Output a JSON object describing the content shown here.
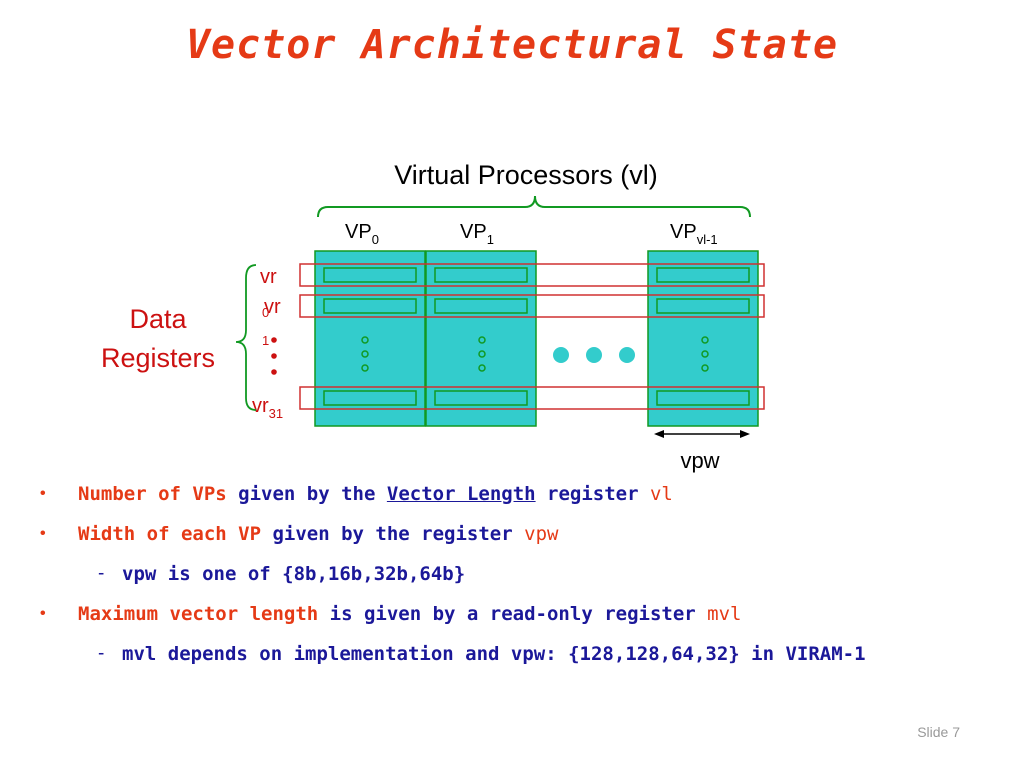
{
  "title": "Vector Architectural State",
  "diagram": {
    "header": "Virtual Processors (vl)",
    "vp_labels": [
      {
        "base": "VP",
        "sub": "0"
      },
      {
        "base": "VP",
        "sub": "1"
      },
      {
        "base": "VP",
        "sub": "vl-1"
      }
    ],
    "row_labels": [
      {
        "base": "vr",
        "sub": "0"
      },
      {
        "base": "vr",
        "sub": "1"
      },
      {
        "base": "vr",
        "sub": "31"
      }
    ],
    "side_label_line1": "Data",
    "side_label_line2": "Registers",
    "width_label": "vpw",
    "colors": {
      "vp_fill": "#33cccc",
      "vp_border": "#119922",
      "register_border": "#d03030",
      "brace": "#119922"
    }
  },
  "bullets": [
    {
      "highlight": "Number of VPs",
      "mid": " given by the ",
      "link": "Vector Length",
      "tail": " register ",
      "code": "vl"
    },
    {
      "highlight": "Width of each VP",
      "mid": " given by the register ",
      "code": "vpw"
    }
  ],
  "sub1": "vpw is one of {8b,16b,32b,64b}",
  "bullet3": {
    "highlight": "Maximum vector length",
    "mid": " is given by a read-only register ",
    "code": "mvl"
  },
  "sub2": "mvl depends on implementation and vpw: {128,128,64,32} in VIRAM-1",
  "slide_number": "Slide 7"
}
